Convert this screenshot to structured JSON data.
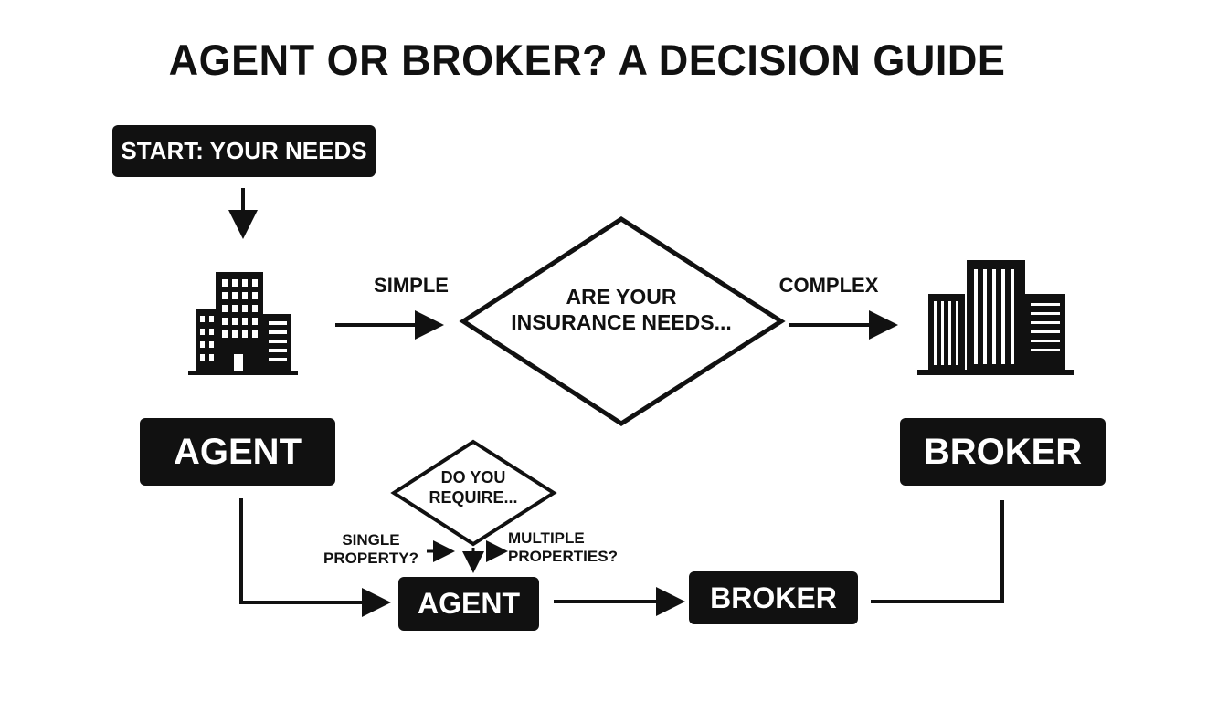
{
  "title": "AGENT OR BROKER? A DECISION GUIDE",
  "start_box": "START: YOUR NEEDS",
  "main_decision": {
    "line1": "ARE YOUR",
    "line2": "INSURANCE NEEDS..."
  },
  "branch_simple": "SIMPLE",
  "branch_complex": "COMPLEX",
  "agent_box": "AGENT",
  "broker_box": "BROKER",
  "sub_decision": {
    "line1": "DO YOU",
    "line2": "REQUIRE..."
  },
  "single_label": {
    "line1": "SINGLE",
    "line2": "PROPERTY?"
  },
  "multiple_label": {
    "line1": "MULTIPLE",
    "line2": "PROPERTIES?"
  },
  "bottom_agent": "AGENT",
  "bottom_broker": "BROKER",
  "colors": {
    "ink": "#111111",
    "background": "#ffffff"
  },
  "icons": {
    "left": "single-building-icon",
    "right": "city-buildings-icon"
  }
}
